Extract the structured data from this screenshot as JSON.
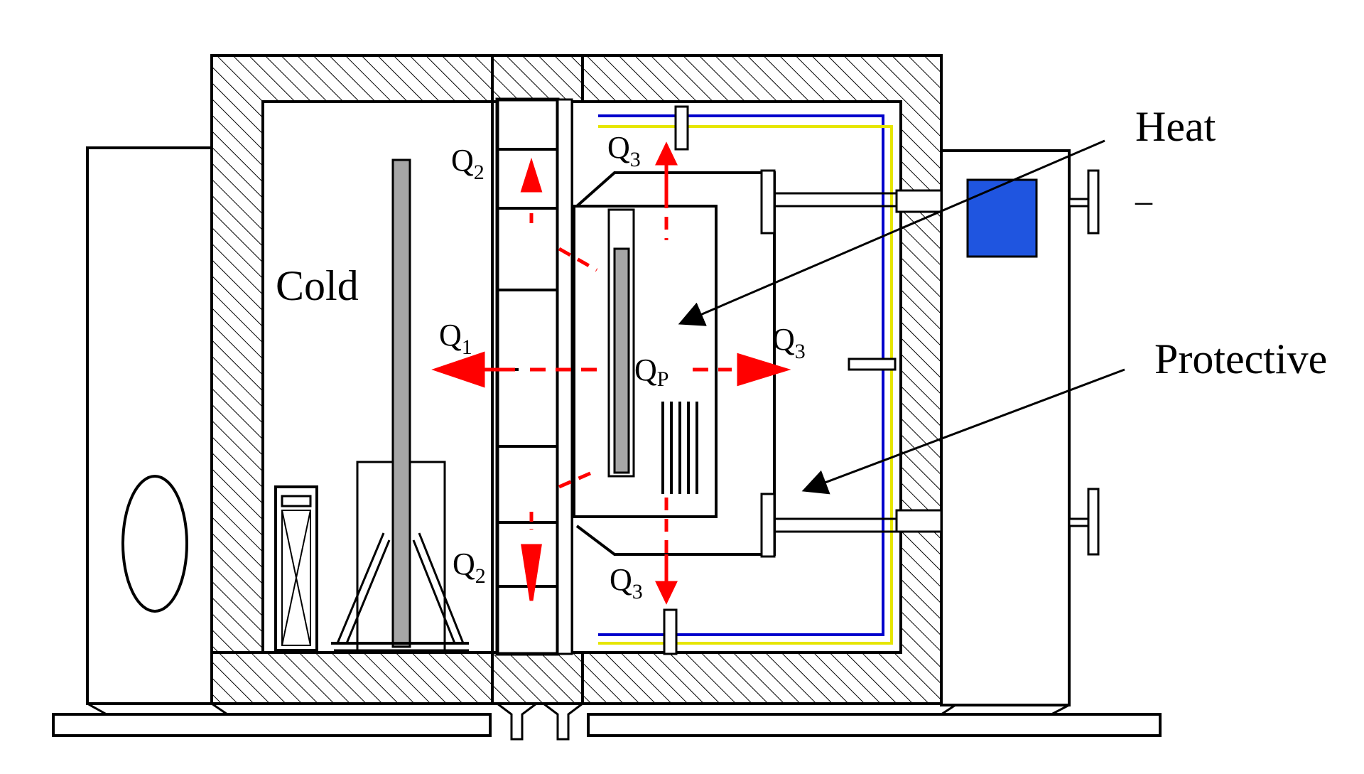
{
  "labels": {
    "cold": "Cold",
    "heat": "Heat",
    "heat_dash": "–",
    "protective": "Protective"
  },
  "flows": {
    "q1": {
      "symbol": "Q",
      "sub": "1"
    },
    "q2_top": {
      "symbol": "Q",
      "sub": "2"
    },
    "q2_bottom": {
      "symbol": "Q",
      "sub": "2"
    },
    "q3_top": {
      "symbol": "Q",
      "sub": "3"
    },
    "q3_right": {
      "symbol": "Q",
      "sub": "3"
    },
    "q3_bottom": {
      "symbol": "Q",
      "sub": "3"
    },
    "qp": {
      "symbol": "Q",
      "sub": "P"
    }
  },
  "colors": {
    "hatch": "#000000",
    "flow_arrow": "#ff0000",
    "blue_line": "#0000cc",
    "yellow_line": "#e6e600",
    "controller_panel": "#1f55e0",
    "rod_gray": "#a6a6a6"
  }
}
